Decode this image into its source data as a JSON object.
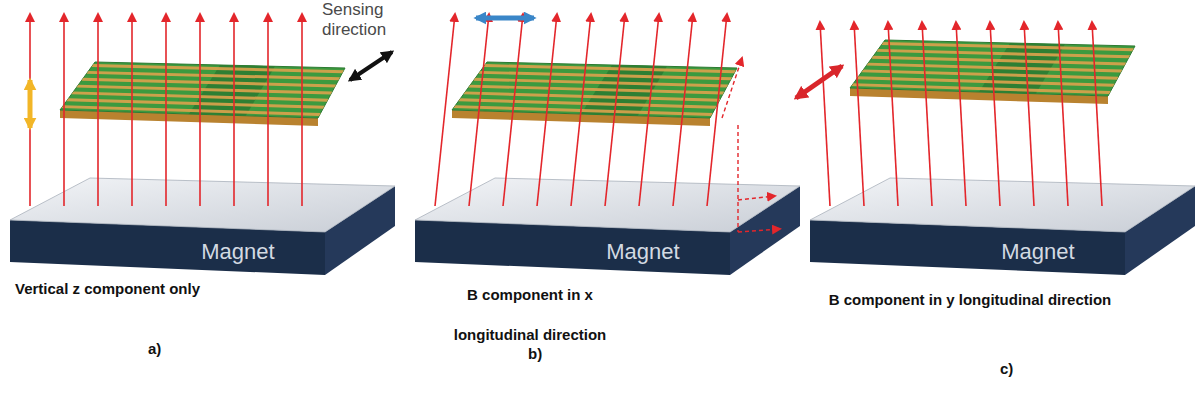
{
  "diagram": {
    "nodes": [
      {
        "text": [
          "Magnet"
        ]
      },
      {
        "text": [
          "Magnet"
        ]
      },
      {
        "text": [
          "Magnet"
        ]
      }
    ],
    "labels": [
      "Sensing direction",
      "Vertical z component only",
      "a)",
      "B component in x longitudinal direction",
      "b)",
      "B component in y longitudinal direction",
      "c)"
    ]
  }
}
